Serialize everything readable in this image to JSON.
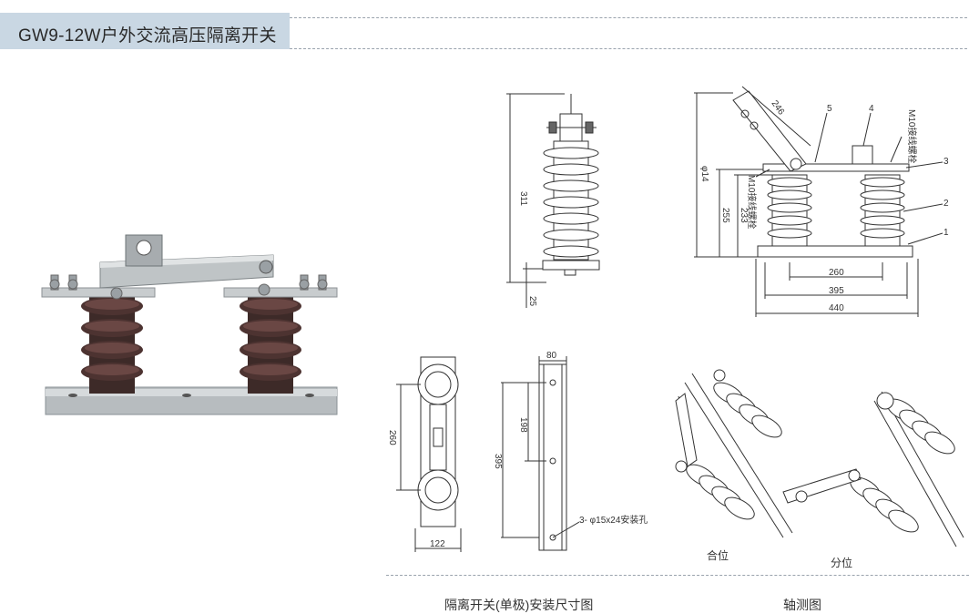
{
  "header": {
    "title": "GW9-12W户外交流高压隔离开关"
  },
  "diagram": {
    "side_view": {
      "height_311": "311",
      "base_25": "25"
    },
    "front_view": {
      "dim_246": "246",
      "dim_phi14": "φ14",
      "dim_255": "255",
      "dim_233": "233",
      "dim_260": "260",
      "dim_395": "395",
      "dim_440": "440",
      "part_1": "1",
      "part_2": "2",
      "part_3": "3",
      "part_4": "4",
      "part_5": "5",
      "bolt_right": "M10接线螺栓",
      "bolt_left": "M10接线螺栓"
    },
    "top_view": {
      "dim_260": "260",
      "dim_122": "122"
    },
    "base_plate": {
      "dim_80": "80",
      "dim_198": "198",
      "dim_395": "395",
      "hole_note": "3- φ15x24安装孔"
    },
    "axonometric": {
      "closed": "合位",
      "open": "分位"
    }
  },
  "footer": {
    "caption_left": "隔离开关(单极)安装尺寸图",
    "caption_right": "轴测图"
  }
}
